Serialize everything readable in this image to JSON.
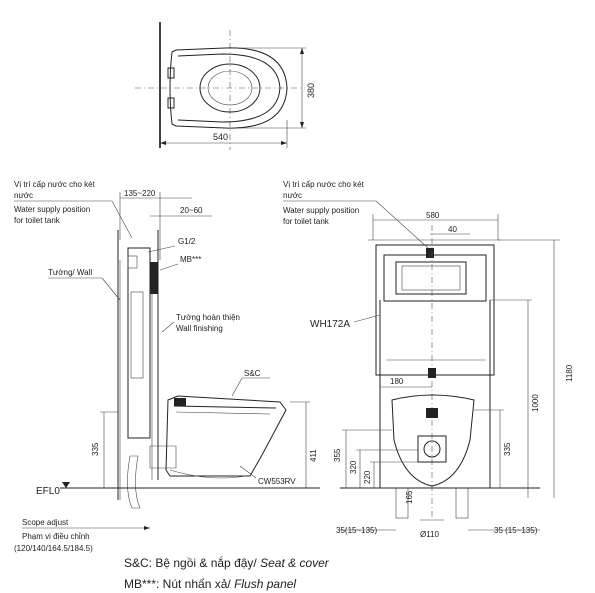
{
  "top_view": {
    "width_dim": "540",
    "depth_dim": "380"
  },
  "side_view": {
    "supply_label_vi_1": "Vị trí cấp nước cho két",
    "supply_label_vi_2": "nước",
    "supply_label_en_1": "Water supply position",
    "supply_label_en_2": "for toilet tank",
    "dim_135_220": "135~220",
    "dim_20_60": "20~60",
    "g12": "G1/2",
    "mb": "MB***",
    "wall": "Tường/ Wall",
    "finish_vi": "Tường hoàn thiện",
    "finish_en": "Wall finishing",
    "sc": "S&C",
    "dim_335": "335",
    "dim_411": "411",
    "efl": "EFL0",
    "model": "CW553RV",
    "scope": "Scope adjust",
    "range_vi": "Phạm vi điều chỉnh",
    "range_vals": "(120/140/164.5/184.5)"
  },
  "front_view": {
    "supply_label_vi_1": "Vị trí cấp nước cho két",
    "supply_label_vi_2": "nước",
    "supply_label_en_1": "Water supply position",
    "supply_label_en_2": "for toilet tank",
    "dim_580": "580",
    "dim_40": "40",
    "tank_model": "WH172A",
    "dim_180": "180",
    "dim_1180": "1180",
    "dim_1000": "1000",
    "dim_335": "335",
    "dim_355": "355",
    "dim_320": "320",
    "dim_220": "220",
    "dim_165": "165",
    "dim_35_left": "35(15~135)",
    "dim_110": "Ø110",
    "dim_35_right": "35 (15~135)"
  },
  "legend": {
    "sc_vi": "S&C: Bệ ngồi & nắp đậy/ ",
    "sc_en": "Seat & cover",
    "mb_vi": "MB***: Nút nhấn xả/ ",
    "mb_en": "Flush panel"
  }
}
